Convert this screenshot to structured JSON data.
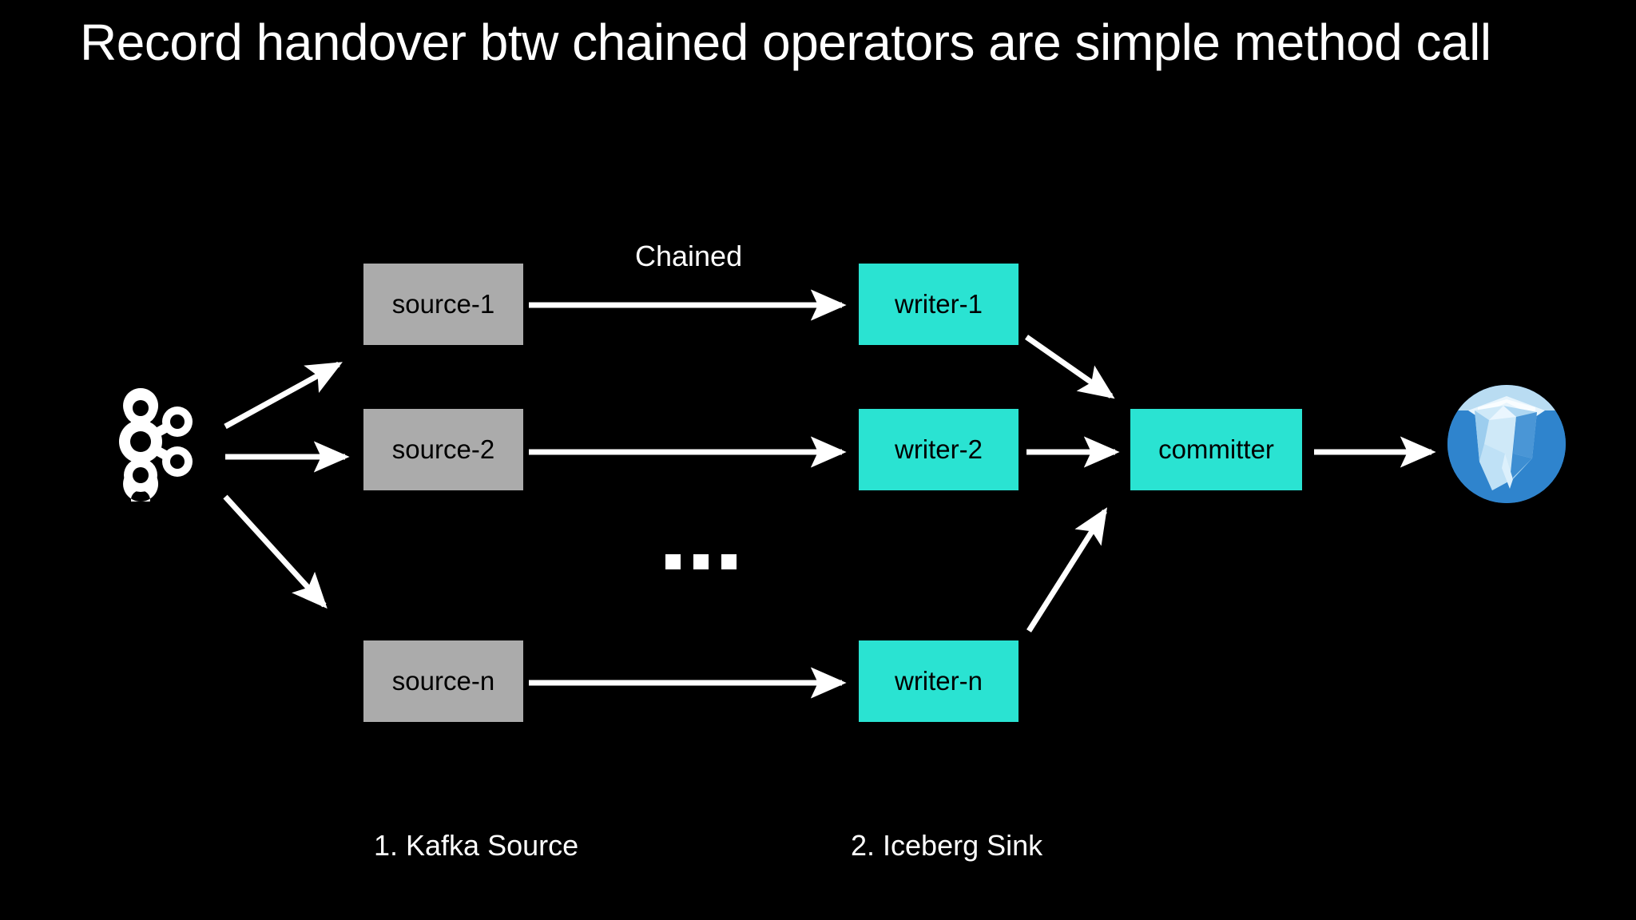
{
  "slide": {
    "background_color": "#000000",
    "title": "Record handover btw chained operators are simple method call"
  },
  "diagram": {
    "chained_label": "Chained",
    "ellipsis": "…",
    "colors": {
      "source_box": "#ababab",
      "writer_box": "#2ae3d2",
      "committer_box": "#2ae3d2",
      "arrow": "#ffffff",
      "text_on_box": "#000000",
      "slide_text": "#ffffff",
      "iceberg_blue": "#2d7dc9",
      "iceberg_ice_light": "#d8ecf8"
    },
    "sources": [
      {
        "label": "source-1"
      },
      {
        "label": "source-2"
      },
      {
        "label": "source-n"
      }
    ],
    "writers": [
      {
        "label": "writer-1"
      },
      {
        "label": "writer-2"
      },
      {
        "label": "writer-n"
      }
    ],
    "committer": {
      "label": "committer"
    },
    "kafka_logo_name": "apache-kafka-logo",
    "iceberg_logo_name": "apache-iceberg-logo"
  },
  "steps": [
    {
      "label": "1. Kafka Source"
    },
    {
      "label": "2. Iceberg Sink"
    }
  ]
}
